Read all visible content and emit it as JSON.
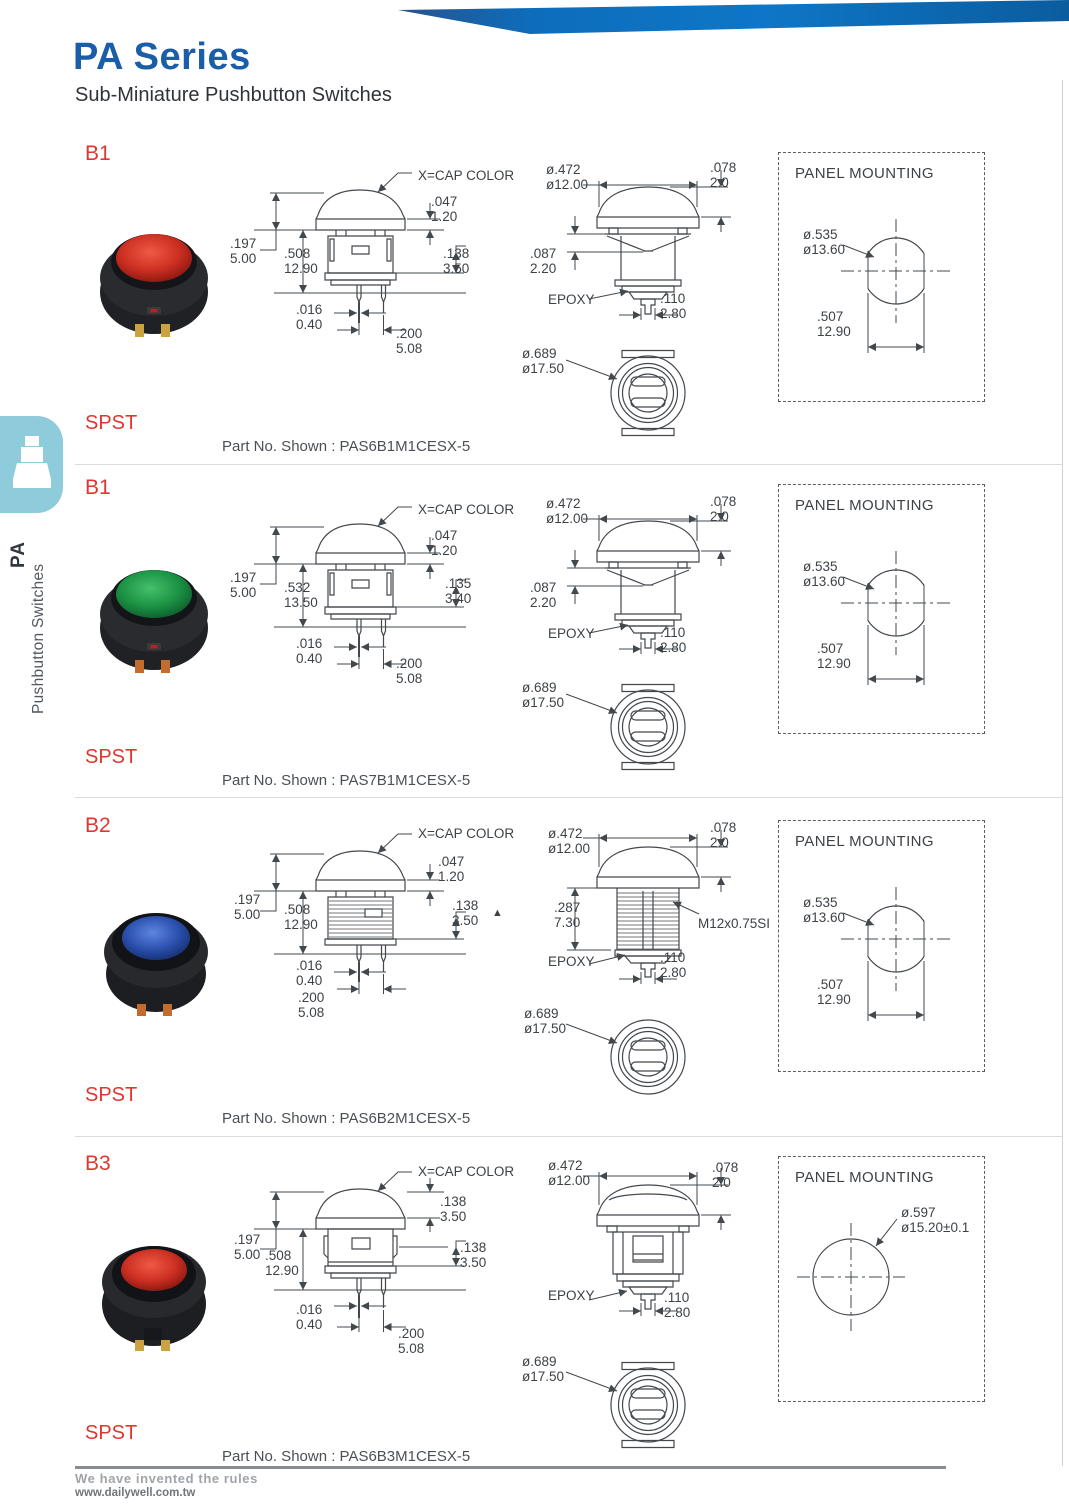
{
  "page": {
    "accent_blue": "#1a5da9",
    "banner_blue": "#0e6cba",
    "red": "#e0362e",
    "drawing_line_color": "#43484d",
    "sidebar_tab_color": "#8fccdb"
  },
  "header": {
    "title": "PA Series",
    "subtitle": "Sub-Miniature Pushbutton Switches"
  },
  "sidebar": {
    "series": "PA",
    "series_name": "Pushbutton Switches",
    "icon": "pushbutton-switch-icon"
  },
  "footer": {
    "slogan": "We have invented the rules",
    "website": "www.dailywell.com.tw"
  },
  "sections": [
    {
      "model": "B1",
      "circuit": "SPST",
      "part_no": "Part No. Shown : PAS6B1M1CESX-5",
      "cap_color": "#d83a2c",
      "photo": "red-cap-pushbutton-photo",
      "side": {
        "cap_note": "X=CAP COLOR",
        "cap_edge": {
          "in": ".047",
          "mm": "1.20"
        },
        "height": {
          "in": ".197",
          "mm": "5.00"
        },
        "body_height": {
          "in": ".508",
          "mm": "12.90"
        },
        "lower": {
          "in": ".138",
          "mm": "3.50"
        },
        "pin_width": {
          "in": ".016",
          "mm": "0.40"
        },
        "pin_pitch": {
          "in": ".200",
          "mm": "5.08"
        }
      },
      "front": {
        "cap_dia": {
          "in": "ø.472",
          "mm": "ø12.00"
        },
        "cap_top": {
          "in": ".078",
          "mm": "2.0"
        },
        "collar": {
          "in": ".087",
          "mm": "2.20"
        },
        "epoxy": "EPOXY",
        "terminal": {
          "in": ".110",
          "mm": "2.80"
        }
      },
      "bottom": {
        "dia": {
          "in": "ø.689",
          "mm": "ø17.50"
        }
      },
      "panel": {
        "title": "PANEL MOUNTING",
        "hole": {
          "in": "ø.535",
          "mm": "ø13.60"
        },
        "flat_width": {
          "in": ".507",
          "mm": "12.90"
        }
      }
    },
    {
      "model": "B1",
      "circuit": "SPST",
      "part_no": "Part No. Shown : PAS7B1M1CESX-5",
      "cap_color": "#1e9e4a",
      "photo": "green-cap-pushbutton-photo",
      "side": {
        "cap_note": "X=CAP COLOR",
        "cap_edge": {
          "in": ".047",
          "mm": "1.20"
        },
        "height": {
          "in": ".197",
          "mm": "5.00"
        },
        "body_height": {
          "in": ".532",
          "mm": "13.50"
        },
        "lower": {
          "in": ".135",
          "mm": "3.40"
        },
        "pin_width": {
          "in": ".016",
          "mm": "0.40"
        },
        "pin_pitch": {
          "in": ".200",
          "mm": "5.08"
        }
      },
      "front": {
        "cap_dia": {
          "in": "ø.472",
          "mm": "ø12.00"
        },
        "cap_top": {
          "in": ".078",
          "mm": "2.0"
        },
        "collar": {
          "in": ".087",
          "mm": "2.20"
        },
        "epoxy": "EPOXY",
        "terminal": {
          "in": ".110",
          "mm": "2.80"
        }
      },
      "bottom": {
        "dia": {
          "in": "ø.689",
          "mm": "ø17.50"
        }
      },
      "panel": {
        "title": "PANEL MOUNTING",
        "hole": {
          "in": "ø.535",
          "mm": "ø13.60"
        },
        "flat_width": {
          "in": ".507",
          "mm": "12.90"
        }
      }
    },
    {
      "model": "B2",
      "circuit": "SPST",
      "part_no": "Part No. Shown : PAS6B2M1CESX-5",
      "cap_color": "#2b59b7",
      "photo": "blue-cap-pushbutton-photo",
      "side": {
        "cap_note": "X=CAP COLOR",
        "cap_edge": {
          "in": ".047",
          "mm": "1.20"
        },
        "height": {
          "in": ".197",
          "mm": "5.00"
        },
        "body_height": {
          "in": ".508",
          "mm": "12.90"
        },
        "lower": {
          "in": ".138",
          "mm": "3.50"
        },
        "rohs_marker": "▲",
        "pin_width": {
          "in": ".016",
          "mm": "0.40"
        },
        "pin_pitch": {
          "in": ".200",
          "mm": "5.08"
        }
      },
      "front": {
        "cap_dia": {
          "in": "ø.472",
          "mm": "ø12.00"
        },
        "cap_top": {
          "in": ".078",
          "mm": "2.0"
        },
        "thread_len": {
          "in": ".287",
          "mm": "7.30"
        },
        "thread": "M12x0.75SI",
        "epoxy": "EPOXY",
        "terminal": {
          "in": ".110",
          "mm": "2.80"
        }
      },
      "bottom": {
        "dia": {
          "in": "ø.689",
          "mm": "ø17.50"
        }
      },
      "panel": {
        "title": "PANEL MOUNTING",
        "hole": {
          "in": "ø.535",
          "mm": "ø13.60"
        },
        "flat_width": {
          "in": ".507",
          "mm": "12.90"
        }
      }
    },
    {
      "model": "B3",
      "circuit": "SPST",
      "part_no": "Part No. Shown : PAS6B3M1CESX-5",
      "cap_color": "#d83a2c",
      "photo": "red-cap-pushbutton-photo",
      "side": {
        "cap_note": "X=CAP COLOR",
        "cap_edge": {
          "in": ".138",
          "mm": "3.50"
        },
        "height": {
          "in": ".197",
          "mm": "5.00"
        },
        "body_height": {
          "in": ".508",
          "mm": "12.90"
        },
        "lower": {
          "in": ".138",
          "mm": "3.50"
        },
        "pin_width": {
          "in": ".016",
          "mm": "0.40"
        },
        "pin_pitch": {
          "in": ".200",
          "mm": "5.08"
        }
      },
      "front": {
        "cap_dia": {
          "in": "ø.472",
          "mm": "ø12.00"
        },
        "cap_top": {
          "in": ".078",
          "mm": "2.0"
        },
        "epoxy": "EPOXY",
        "terminal": {
          "in": ".110",
          "mm": "2.80"
        }
      },
      "bottom": {
        "dia": {
          "in": "ø.689",
          "mm": "ø17.50"
        }
      },
      "panel": {
        "title": "PANEL MOUNTING",
        "hole": {
          "in": "ø.597",
          "mm": "ø15.20±0.1"
        }
      }
    }
  ]
}
